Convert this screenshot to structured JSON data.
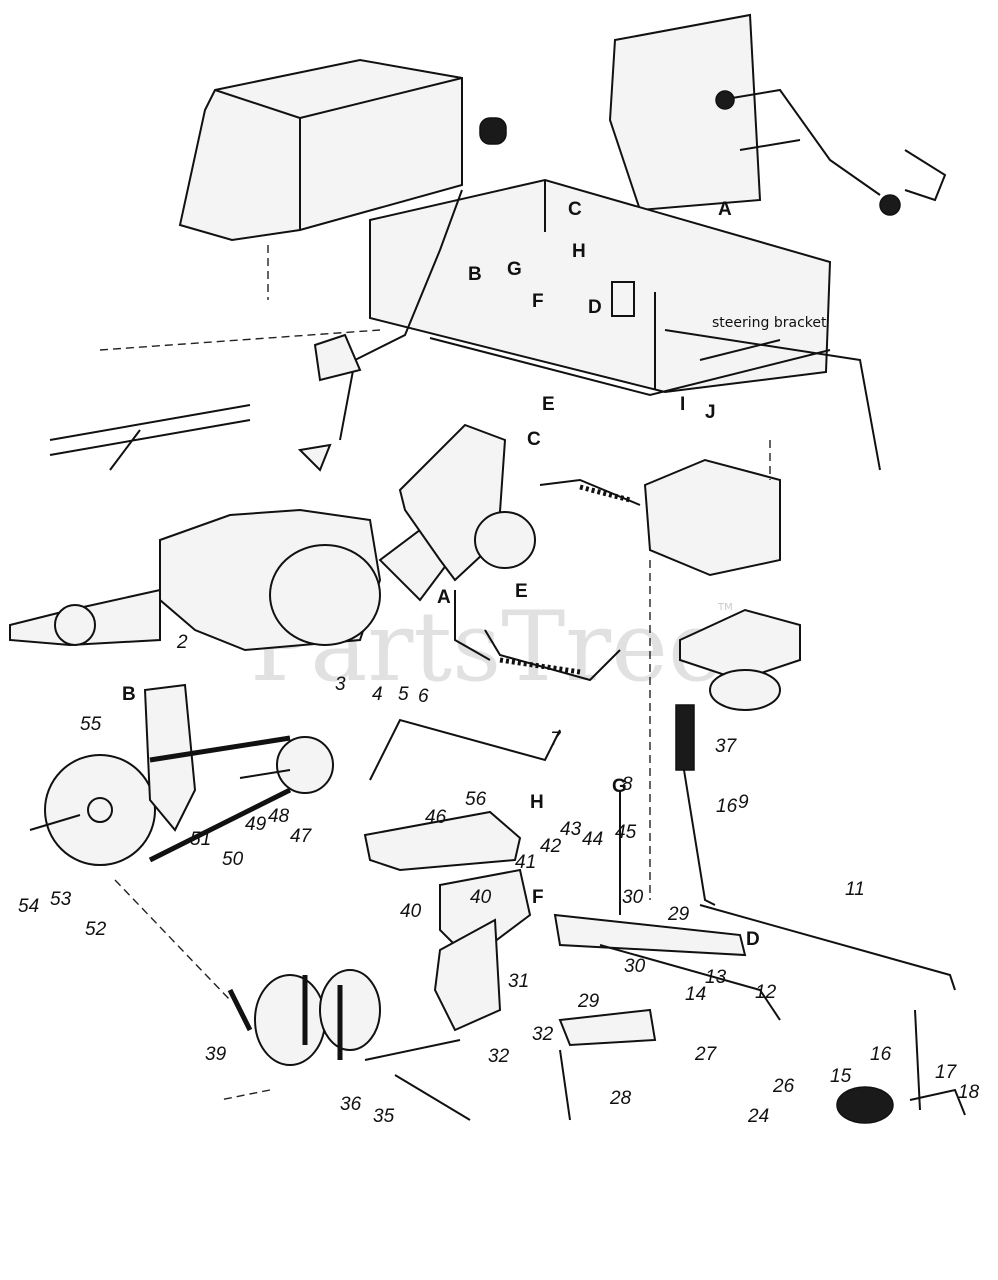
{
  "diagram": {
    "watermark": "PartsTree",
    "trademark": "TM",
    "note": "steering bracket",
    "callouts": {
      "n2": "2",
      "n3": "3",
      "n4": "4",
      "n5": "5",
      "n6": "6",
      "n7": "7",
      "n8": "8",
      "n9": "9",
      "n11": "11",
      "n12": "12",
      "n13": "13",
      "n14": "14",
      "n15": "15",
      "n16a": "16",
      "n16b": "16",
      "n17": "17",
      "n18": "18",
      "n24": "24",
      "n26": "26",
      "n27": "27",
      "n28": "28",
      "n29a": "29",
      "n29b": "29",
      "n30a": "30",
      "n30b": "30",
      "n31": "31",
      "n32a": "32",
      "n32b": "32",
      "n35": "35",
      "n36": "36",
      "n37": "37",
      "n39": "39",
      "n40a": "40",
      "n40b": "40",
      "n41": "41",
      "n42": "42",
      "n43": "43",
      "n44": "44",
      "n45": "45",
      "n46": "46",
      "n47": "47",
      "n48": "48",
      "n49": "49",
      "n50": "50",
      "n51": "51",
      "n52": "52",
      "n53": "53",
      "n54": "54",
      "n55": "55",
      "n56": "56"
    },
    "letters": {
      "A_top": "A",
      "C_top": "C",
      "H_top": "H",
      "G_top": "G",
      "B_top": "B",
      "F_top": "F",
      "D_top": "D",
      "E_top": "E",
      "I_top": "I",
      "J_top": "J",
      "C_mid": "C",
      "A_mid": "A",
      "E_mid": "E",
      "B_low": "B",
      "G_low": "G",
      "H_low": "H",
      "F_low": "F",
      "D_low": "D"
    }
  }
}
